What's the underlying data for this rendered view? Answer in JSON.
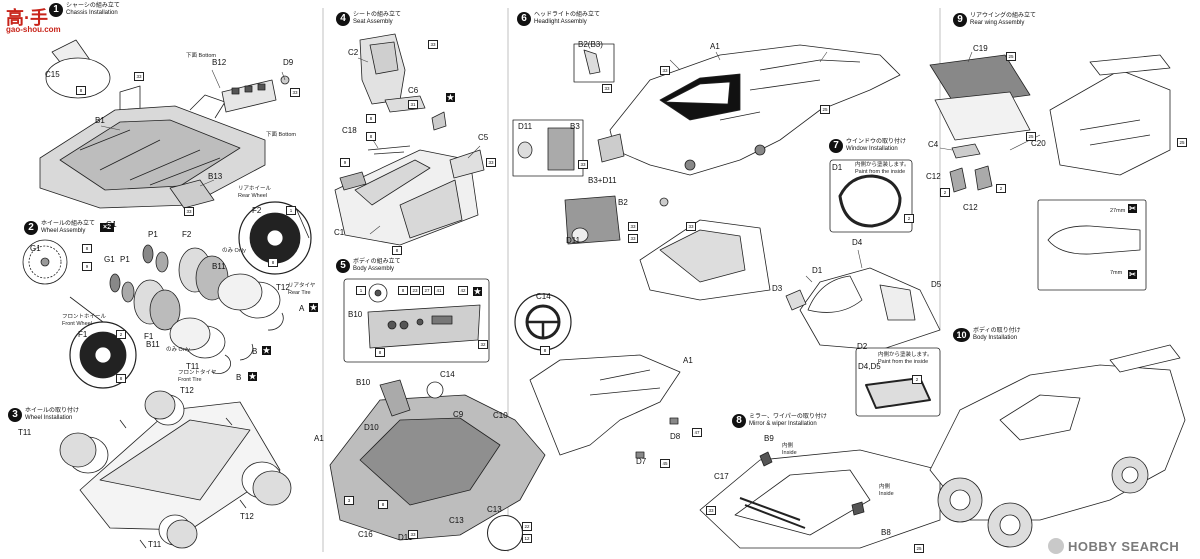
{
  "watermark": {
    "line1": "高·手",
    "line2": "gao-shou.com"
  },
  "steps": [
    {
      "num": "1",
      "jp": "シャーシの組み立て",
      "en": "Chassis Installation"
    },
    {
      "num": "2",
      "jp": "ホイールの組み立て",
      "en": "Wheel Assembly",
      "qty": "×2"
    },
    {
      "num": "3",
      "jp": "ホイールの取り付け",
      "en": "Wheel Installation"
    },
    {
      "num": "4",
      "jp": "シートの組み立て",
      "en": "Seat Assembly"
    },
    {
      "num": "5",
      "jp": "ボディの組み立て",
      "en": "Body Assembly"
    },
    {
      "num": "6",
      "jp": "ヘッドライトの組み立て",
      "en": "Headlight Assembly"
    },
    {
      "num": "7",
      "jp": "ウインドウの取り付け",
      "en": "Window Installation"
    },
    {
      "num": "8",
      "jp": "ミラー、ワイパーの取り付け",
      "en": "Mirror & wiper Installation"
    },
    {
      "num": "9",
      "jp": "リアウイングの組み立て",
      "en": "Rear wing Assembly"
    },
    {
      "num": "10",
      "jp": "ボディの取り付け",
      "en": "Body Installation"
    }
  ],
  "wheels": {
    "rear_wheel_jp": "リアホイール",
    "rear_wheel_en": "Rear Wheel",
    "front_wheel_jp": "フロントホイール",
    "front_wheel_en": "Front Wheel",
    "rear_tire_jp": "リアタイヤ",
    "rear_tire_en": "Rear Tire",
    "front_tire_jp": "フロントタイヤ",
    "front_tire_en": "Front Tire",
    "only_jp": "のみ",
    "only_en": "Only"
  },
  "labels": {
    "bottom_jp": "下面",
    "bottom_en": "Bottom",
    "inside_jp": "内側から塗装します。",
    "inside_en": "Paint from the inside",
    "inside_short_jp": "内側",
    "inside_short_en": "Inside",
    "dim_a": "27mm",
    "dim_b": "7mm"
  },
  "parts": {
    "A": "A",
    "B": "B",
    "A1": "A1",
    "B1": "B1",
    "B2": "B2",
    "B3": "B3",
    "B8": "B8",
    "B9": "B9",
    "B10": "B10",
    "B11": "B11",
    "B12": "B12",
    "B13": "B13",
    "B2B3": "B2(B3)",
    "B3D11": "B3+D11",
    "C1": "C1",
    "C2": "C2",
    "C4": "C4",
    "C5": "C5",
    "C6": "C6",
    "C9": "C9",
    "C10": "C10",
    "C12": "C12",
    "C13": "C13",
    "C14": "C14",
    "C15": "C15",
    "C16": "C16",
    "C17": "C17",
    "C18": "C18",
    "C19": "C19",
    "C20": "C20",
    "D1": "D1",
    "D2": "D2",
    "D3": "D3",
    "D4": "D4",
    "D5": "D5",
    "D4D5": "D4,D5",
    "D7": "D7",
    "D8": "D8",
    "D9": "D9",
    "D10": "D10",
    "D11": "D11",
    "F1": "F1",
    "F2": "F2",
    "G1": "G1",
    "P1": "P1",
    "T11": "T11",
    "T12": "T12"
  },
  "paint_codes": [
    "33",
    "8",
    "5",
    "9",
    "31",
    "1",
    "2",
    "3",
    "4",
    "6",
    "23",
    "27",
    "41",
    "42",
    "32",
    "25",
    "47",
    "45",
    "35",
    "21",
    "22",
    "12",
    "61",
    "62"
  ],
  "logo": {
    "name": "HOBBY SEARCH"
  }
}
